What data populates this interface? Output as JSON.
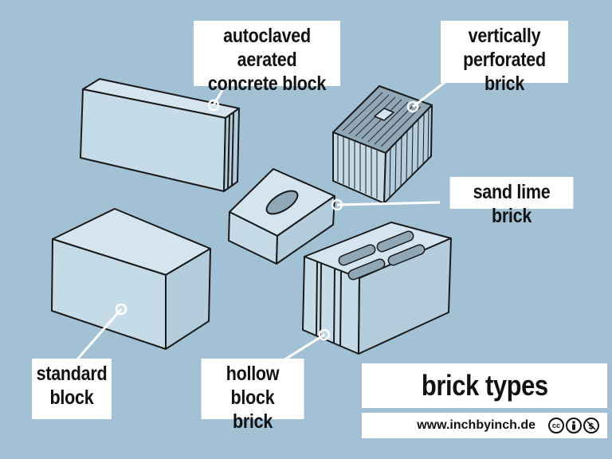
{
  "labels": {
    "aac": [
      "autoclaved aerated",
      "concrete block"
    ],
    "vpb": [
      "vertically",
      "perforated brick"
    ],
    "slb": [
      "sand lime brick"
    ],
    "std": [
      "standard",
      "block"
    ],
    "hbb": [
      "hollow block",
      "brick"
    ]
  },
  "title": "brick types",
  "footer": {
    "url": "www.inchbyinch.de",
    "icons": [
      "cc-icon",
      "by-icon",
      "nc-icon"
    ]
  },
  "colors": {
    "background": "#a3c1d4",
    "brick_fill": "#c6dbe8",
    "brick_top": "#d4e5ef",
    "brick_side": "#b3cddd",
    "outline": "#1a1a1a",
    "label_bg": "#ffffff"
  }
}
